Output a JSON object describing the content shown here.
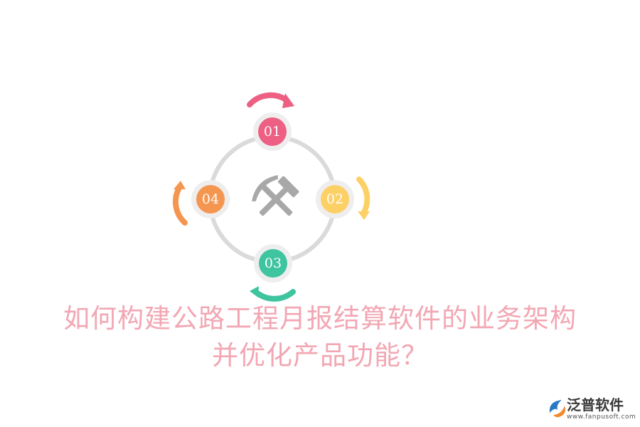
{
  "diagram": {
    "center_icon": "hammer-pick-icon",
    "nodes": [
      {
        "label": "01",
        "color": "#ed5f83"
      },
      {
        "label": "02",
        "color": "#fdd066"
      },
      {
        "label": "03",
        "color": "#3fc4a0"
      },
      {
        "label": "04",
        "color": "#f49650"
      }
    ],
    "ring_color": "#dadada",
    "node_halo_color": "#eeeeee",
    "icon_color": "#a8a8a8"
  },
  "title": {
    "line1": "如何构建公路工程月报结算软件的业务架构",
    "line2": "并优化产品功能？",
    "color": "#f2a7b3"
  },
  "brand": {
    "name": "泛普软件",
    "url": "www.fanpusoft.com",
    "logo_icon": "fanpu-logo-icon"
  }
}
